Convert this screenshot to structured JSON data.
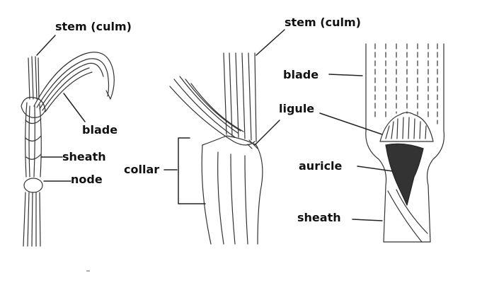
{
  "labels": {
    "stem_left": "stem (culm)",
    "blade_left": "blade",
    "sheath_left": "sheath",
    "node": "node",
    "collar": "collar",
    "stem_mid": "stem (culm)",
    "ligule": "ligule",
    "blade_right": "blade",
    "auricle": "auricle",
    "sheath_right": "sheath"
  },
  "colors": {
    "ink": "#111111",
    "line": "#333333",
    "background": "#ffffff"
  }
}
